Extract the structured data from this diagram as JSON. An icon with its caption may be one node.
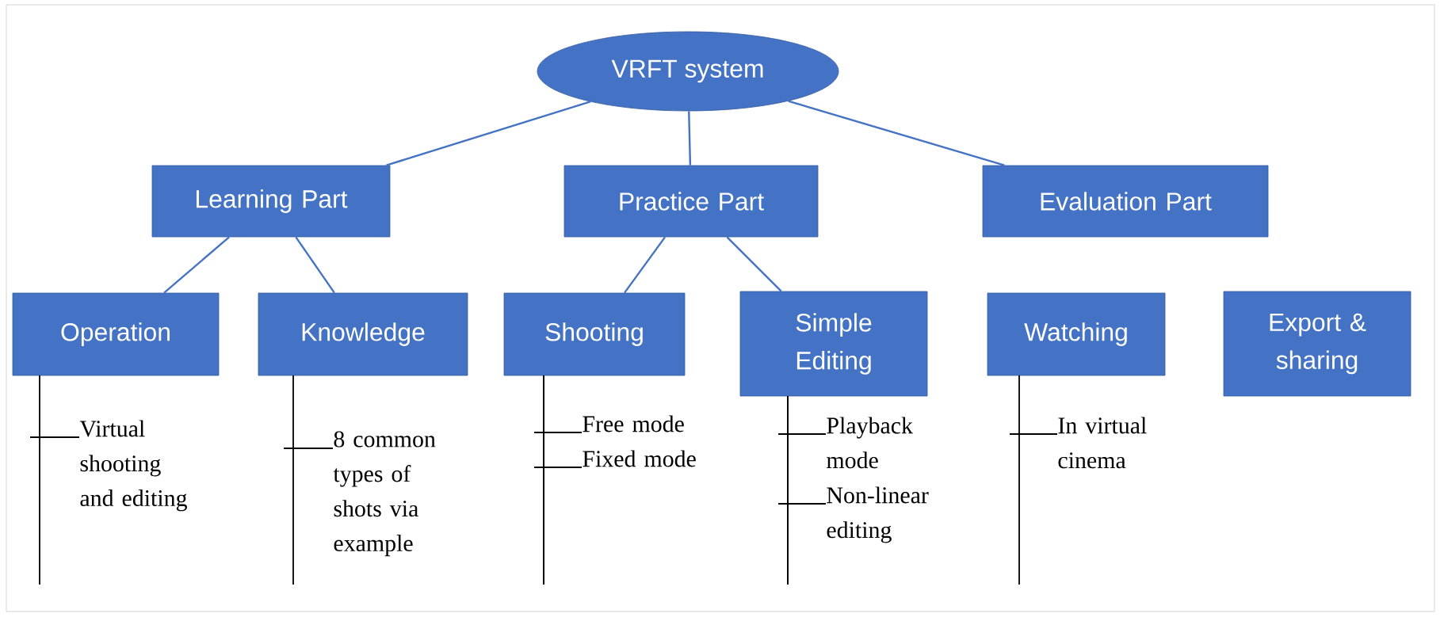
{
  "diagram": {
    "nodes": [
      {
        "text": [
          "VRFT system"
        ]
      },
      {
        "text": [
          "Learning Part"
        ]
      },
      {
        "text": [
          "Practice Part"
        ]
      },
      {
        "text": [
          "Evaluation Part"
        ]
      },
      {
        "text": [
          "Operation"
        ]
      },
      {
        "text": [
          "Knowledge"
        ]
      },
      {
        "text": [
          "Shooting"
        ]
      },
      {
        "text": [
          "Simple Editing"
        ]
      },
      {
        "text": [
          "Watching"
        ]
      },
      {
        "text": [
          "Export & sharing"
        ]
      },
      {
        "text": [
          "Virtual shooting and editing"
        ]
      },
      {
        "text": [
          "8 common types of shots via example"
        ]
      },
      {
        "text": [
          "Free mode"
        ]
      },
      {
        "text": [
          "Fixed mode"
        ]
      },
      {
        "text": [
          "Playback mode"
        ]
      },
      {
        "text": [
          "Non-linear editing"
        ]
      },
      {
        "text": [
          "In virtual cinema"
        ]
      }
    ],
    "edges": [
      {
        "from": 0,
        "to": 1,
        "arrow": "none"
      },
      {
        "from": 0,
        "to": 2,
        "arrow": "none"
      },
      {
        "from": 0,
        "to": 3,
        "arrow": "none"
      },
      {
        "from": 1,
        "to": 4,
        "arrow": "none"
      },
      {
        "from": 1,
        "to": 5,
        "arrow": "none"
      },
      {
        "from": 2,
        "to": 6,
        "arrow": "none"
      },
      {
        "from": 2,
        "to": 7,
        "arrow": "none"
      },
      {
        "from": 4,
        "to": 10,
        "arrow": "none",
        "color": "#000000"
      },
      {
        "from": 5,
        "to": 11,
        "arrow": "none",
        "color": "#000000"
      },
      {
        "from": 6,
        "to": 12,
        "arrow": "none",
        "color": "#000000"
      },
      {
        "from": 6,
        "to": 13,
        "arrow": "none",
        "color": "#000000"
      },
      {
        "from": 7,
        "to": 14,
        "arrow": "none",
        "color": "#000000"
      },
      {
        "from": 7,
        "to": 15,
        "arrow": "none",
        "color": "#000000"
      },
      {
        "from": 8,
        "to": 16,
        "arrow": "none",
        "color": "#000000"
      }
    ]
  }
}
